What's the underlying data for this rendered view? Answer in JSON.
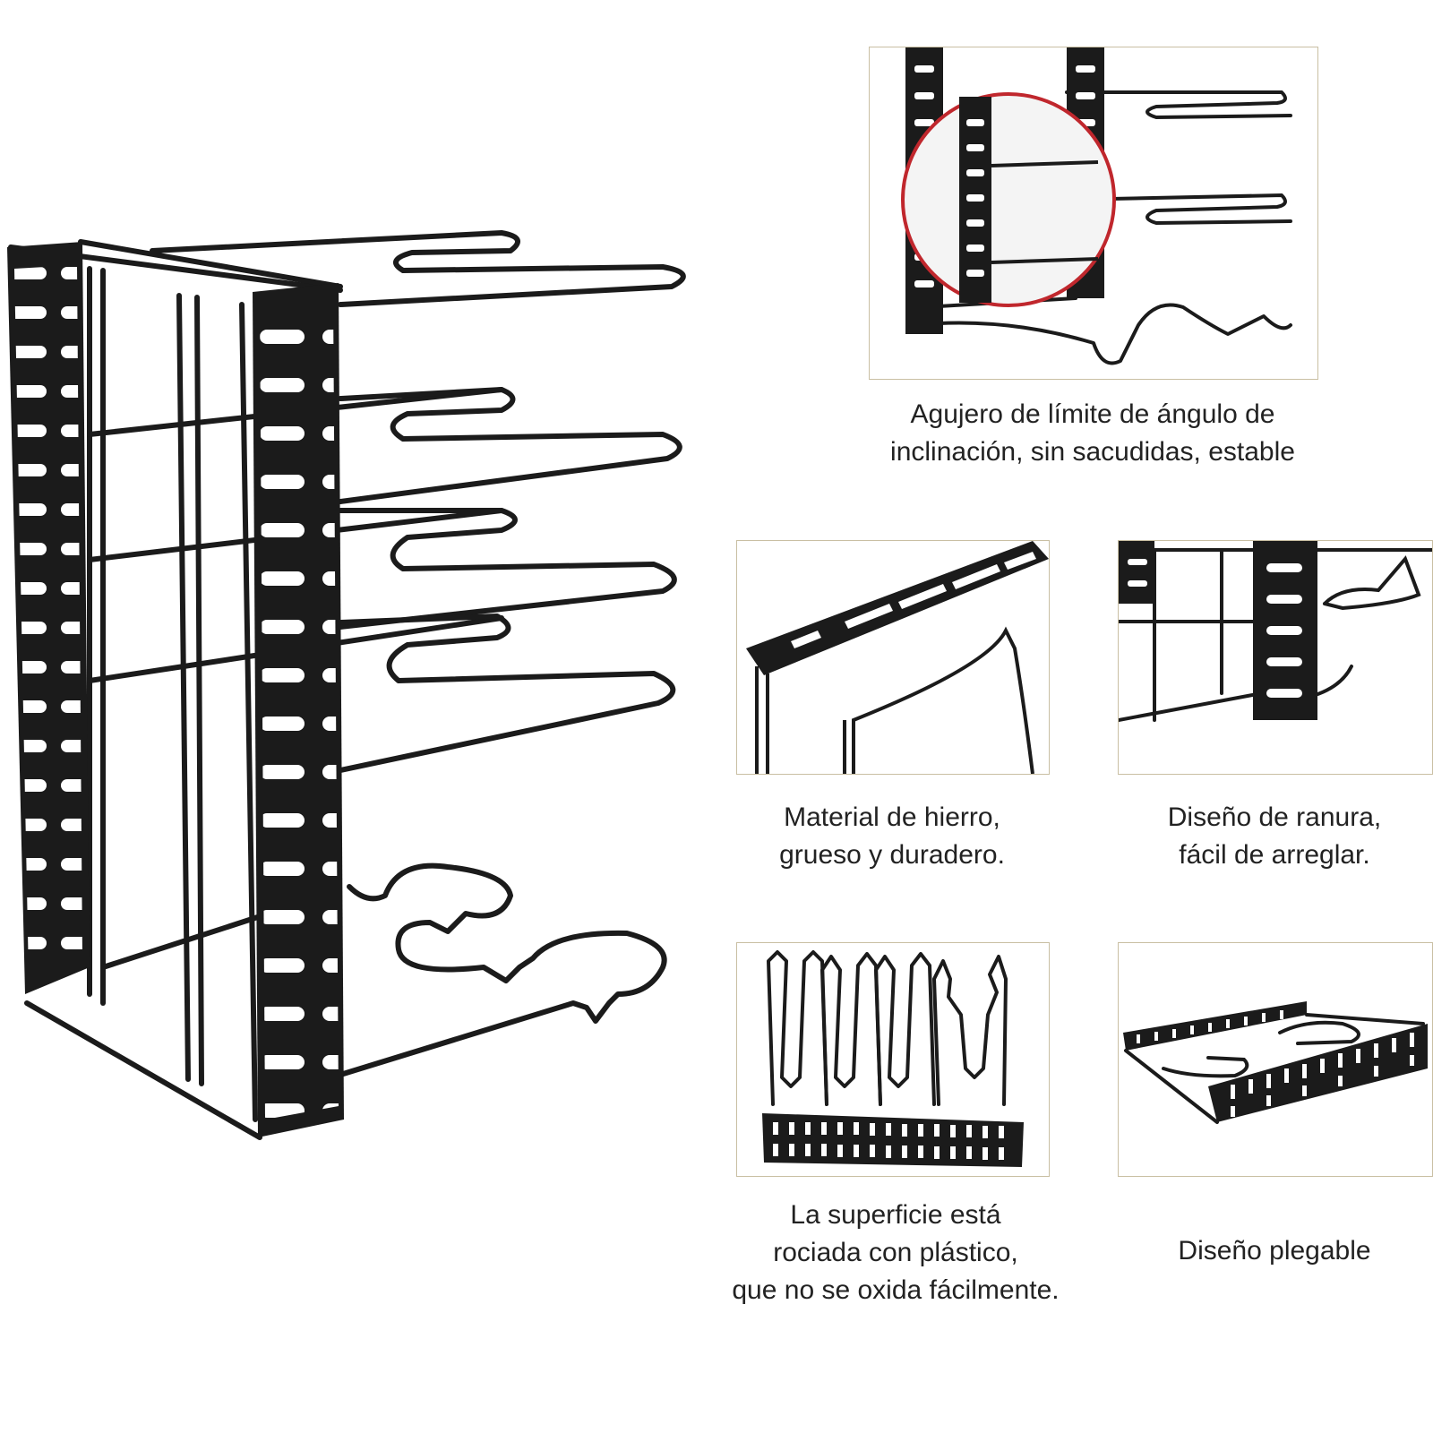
{
  "colors": {
    "metal": "#1b1b1b",
    "frame_border": "#c9bfa3",
    "lens": "#c0272d"
  },
  "features": [
    {
      "id": "angle-limit",
      "lines": [
        "Agujero de límite de ángulo de",
        "inclinación, sin sacudidas, estable"
      ]
    },
    {
      "id": "iron-material",
      "lines": [
        "Material de hierro,",
        "grueso y duradero."
      ]
    },
    {
      "id": "slot-design",
      "lines": [
        "Diseño de ranura,",
        "fácil de arreglar."
      ]
    },
    {
      "id": "plastic-coating",
      "lines": [
        "La superficie está",
        "rociada con plástico,",
        "que no se oxida fácilmente."
      ]
    },
    {
      "id": "foldable",
      "lines": [
        "Diseño plegable"
      ]
    }
  ]
}
